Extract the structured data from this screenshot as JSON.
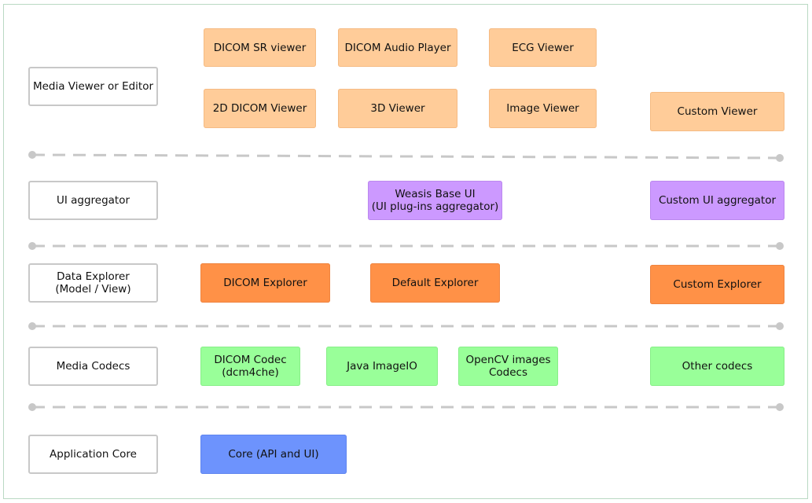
{
  "layers": [
    {
      "label": "Media Viewer or Editor"
    },
    {
      "label": "UI aggregator"
    },
    {
      "label": "Data Explorer\n(Model / View)"
    },
    {
      "label": "Media Codecs"
    },
    {
      "label": "Application Core"
    }
  ],
  "viewers": {
    "dicom_sr": "DICOM SR viewer",
    "dicom_audio": "DICOM Audio Player",
    "ecg": "ECG Viewer",
    "dicom_2d": "2D DICOM Viewer",
    "viewer_3d": "3D Viewer",
    "image": "Image Viewer",
    "custom": "Custom Viewer"
  },
  "aggregators": {
    "weasis_base": "Weasis Base UI\n(UI plug-ins aggregator)",
    "custom": "Custom UI aggregator"
  },
  "explorers": {
    "dicom": "DICOM Explorer",
    "default": "Default Explorer",
    "custom": "Custom Explorer"
  },
  "codecs": {
    "dicom": "DICOM Codec\n(dcm4che)",
    "java_imageio": "Java ImageIO",
    "opencv": "OpenCV images\nCodecs",
    "other": "Other codecs"
  },
  "core": {
    "label": "Core (API and UI)"
  },
  "colors": {
    "viewer": "#ffcc99",
    "aggregator": "#cc99ff",
    "explorer": "#ff9147",
    "codec": "#99ff99",
    "core": "#6d93fd",
    "separator": "#c8c8c8"
  }
}
